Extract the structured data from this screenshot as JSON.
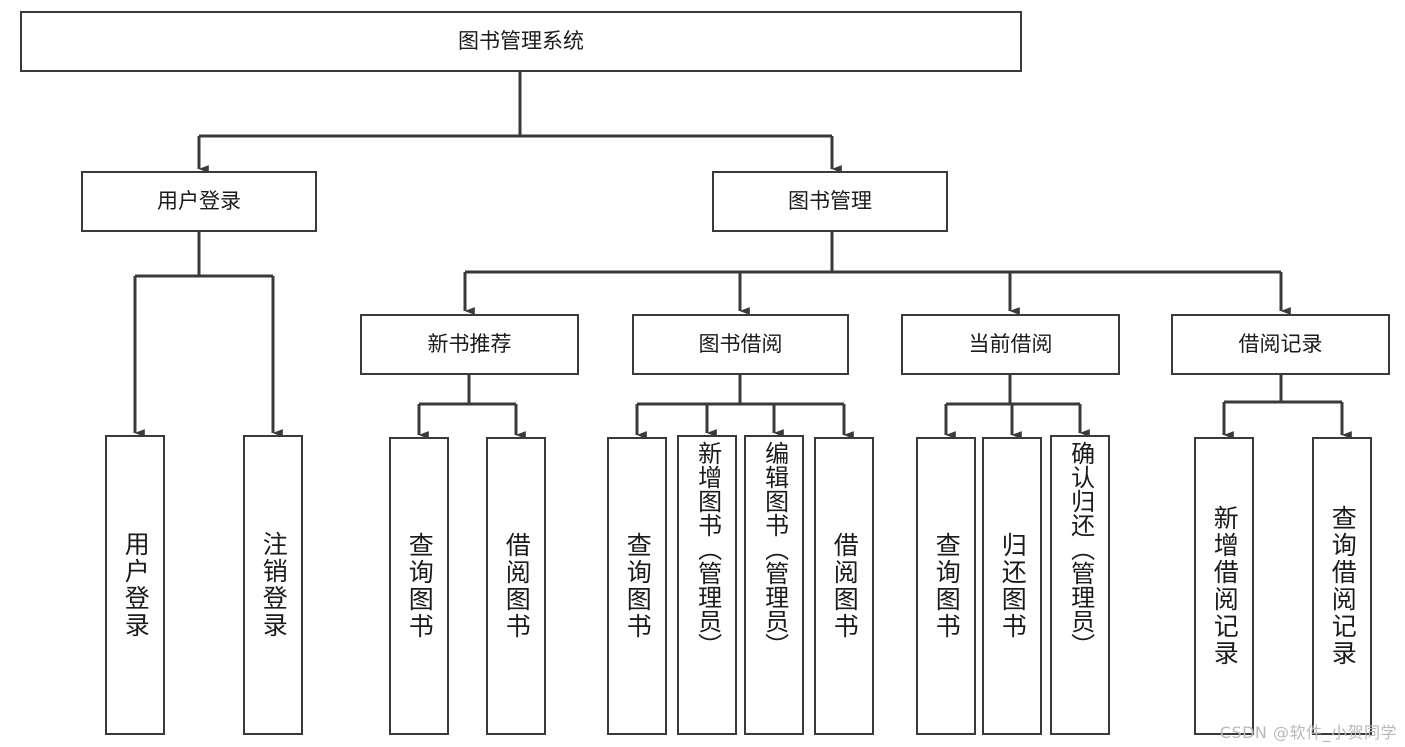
{
  "diagram": {
    "title": "图书管理系统",
    "type": "tree-hierarchy-diagram",
    "watermark": "CSDN @软件_小贺同学",
    "colors": {
      "box_border": "#3a3a3a",
      "box_fill": "#ffffff",
      "connector": "#3a3a3a",
      "text": "#1b1b1b",
      "watermark": "#b9b9b9",
      "background": "#ffffff"
    },
    "root": {
      "id": "root",
      "label": "图书管理系统"
    },
    "level1": [
      {
        "id": "user-login",
        "label": "用户登录"
      },
      {
        "id": "book-management",
        "label": "图书管理"
      }
    ],
    "level2": [
      {
        "id": "new-book-recommend",
        "label": "新书推荐",
        "parent": "book-management"
      },
      {
        "id": "book-borrow",
        "label": "图书借阅",
        "parent": "book-management"
      },
      {
        "id": "current-borrow",
        "label": "当前借阅",
        "parent": "book-management"
      },
      {
        "id": "borrow-record",
        "label": "借阅记录",
        "parent": "book-management"
      }
    ],
    "leaves": [
      {
        "id": "leaf-user-login",
        "label": "用户登录",
        "parent": "user-login"
      },
      {
        "id": "leaf-logout-login",
        "label": "注销登录",
        "parent": "user-login"
      },
      {
        "id": "leaf-query-book-1",
        "label": "查询图书",
        "parent": "new-book-recommend"
      },
      {
        "id": "leaf-borrow-book-1",
        "label": "借阅图书",
        "parent": "new-book-recommend"
      },
      {
        "id": "leaf-query-book-2",
        "label": "查询图书",
        "parent": "book-borrow"
      },
      {
        "id": "leaf-add-book",
        "label": "新增图书（管理员）",
        "parent": "book-borrow"
      },
      {
        "id": "leaf-edit-book",
        "label": "编辑图书（管理员）",
        "parent": "book-borrow"
      },
      {
        "id": "leaf-borrow-book-2",
        "label": "借阅图书",
        "parent": "book-borrow"
      },
      {
        "id": "leaf-query-book-3",
        "label": "查询图书",
        "parent": "current-borrow"
      },
      {
        "id": "leaf-return-book",
        "label": "归还图书",
        "parent": "current-borrow"
      },
      {
        "id": "leaf-confirm-return",
        "label": "确认归还（管理员）",
        "parent": "current-borrow"
      },
      {
        "id": "leaf-add-record",
        "label": "新增借阅记录",
        "parent": "borrow-record"
      },
      {
        "id": "leaf-query-record",
        "label": "查询借阅记录",
        "parent": "borrow-record"
      }
    ]
  }
}
